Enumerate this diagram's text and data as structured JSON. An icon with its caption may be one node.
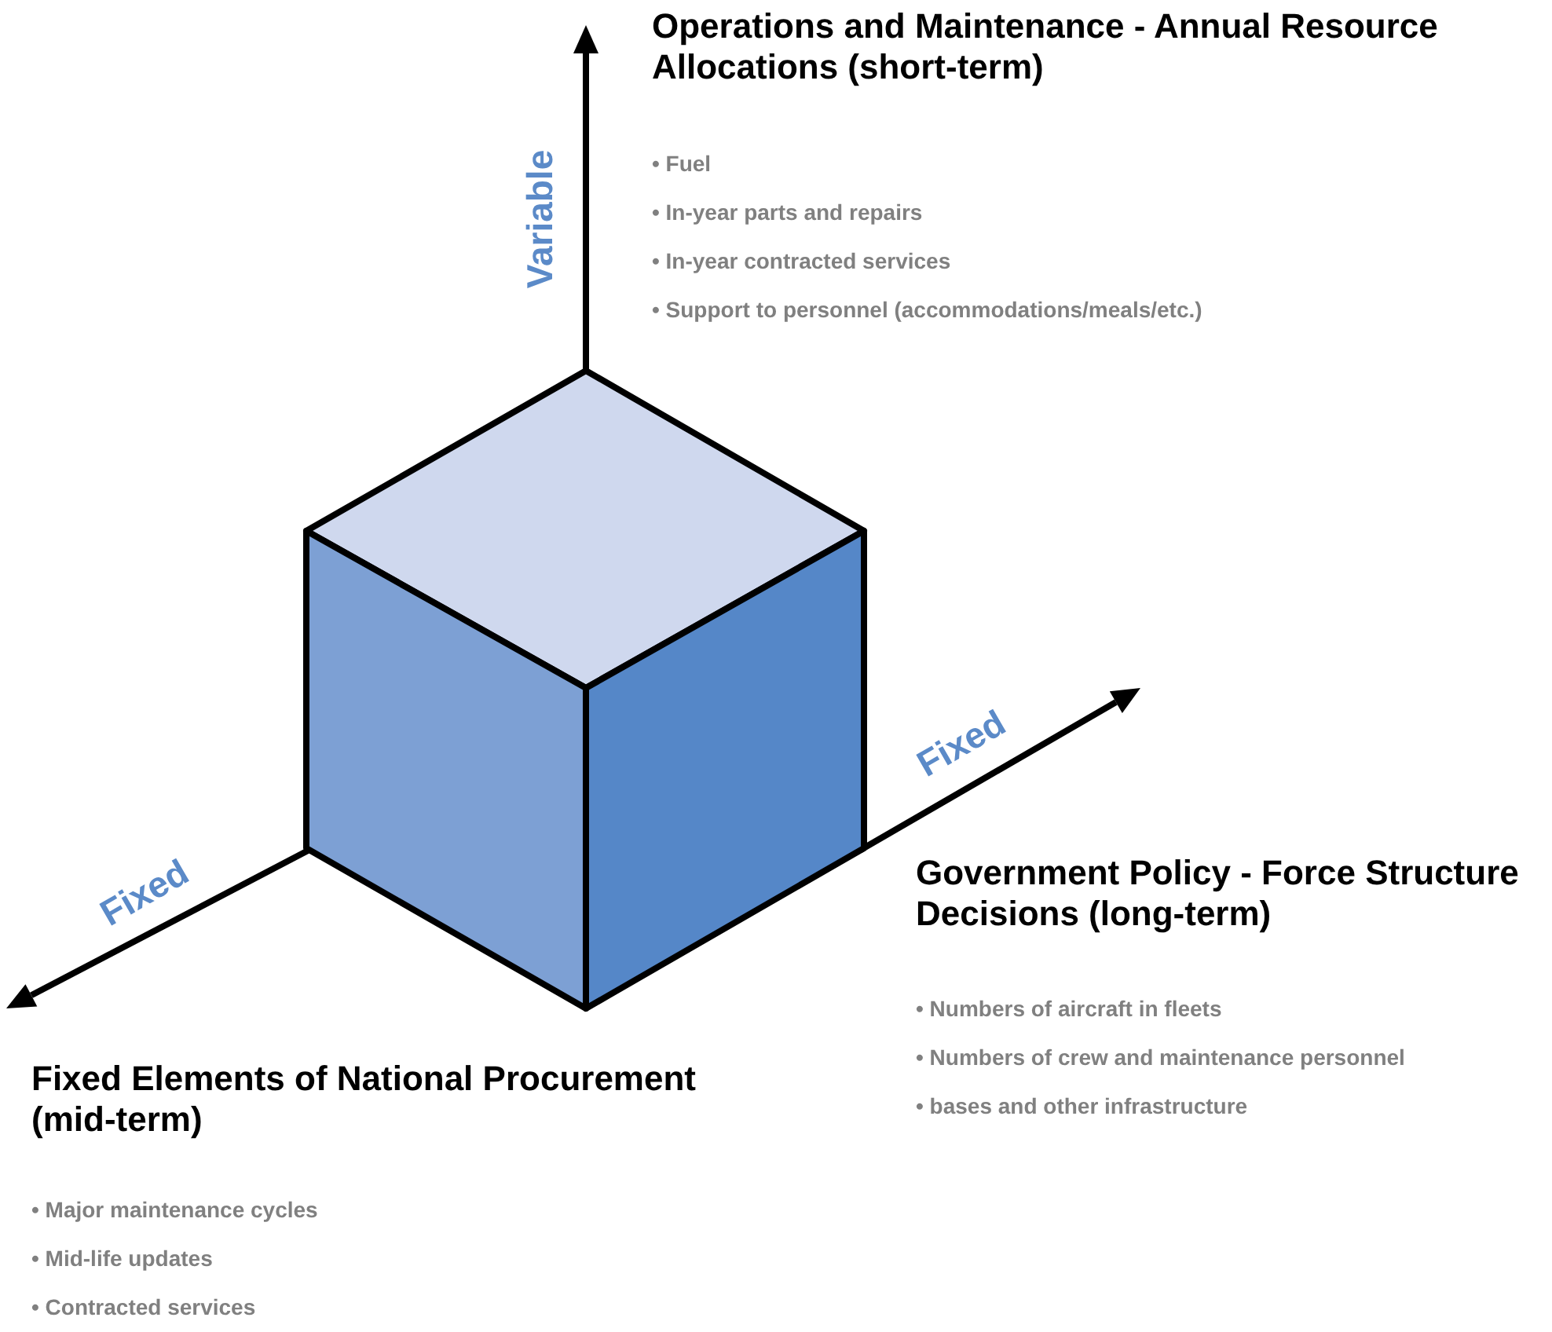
{
  "diagram": {
    "labels": [
      "Operations and Maintenance - Annual Resource Allocations (short-term)",
      "• Fuel",
      "• In-year parts and repairs",
      "• In-year contracted services",
      "• Support to personnel (accommodations/meals/etc.)",
      "Variable",
      "Fixed",
      "Government Policy - Force Structure Decisions (long-term)",
      "• Numbers of aircraft in fleets",
      "• Numbers of crew and maintenance personnel",
      "• bases and other infrastructure",
      "Fixed",
      "Fixed Elements of National Procurement (mid-term)",
      "• Major maintenance cycles",
      "• Mid-life updates",
      "• Contracted services"
    ]
  }
}
